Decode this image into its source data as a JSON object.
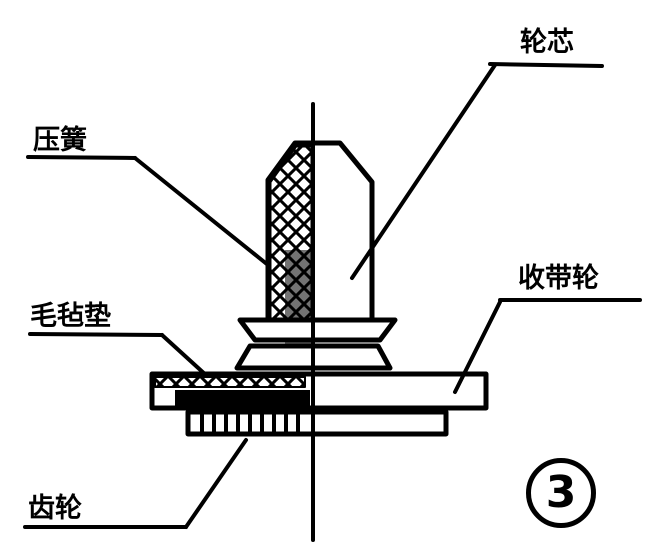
{
  "labels": {
    "wheel_core": "轮芯",
    "pressure_spring": "压簧",
    "takeup_reel": "收带轮",
    "felt_pad": "毛毡垫",
    "gear": "齿轮"
  },
  "figure_number": "3",
  "colors": {
    "ink": "#000000",
    "paper": "#ffffff"
  }
}
